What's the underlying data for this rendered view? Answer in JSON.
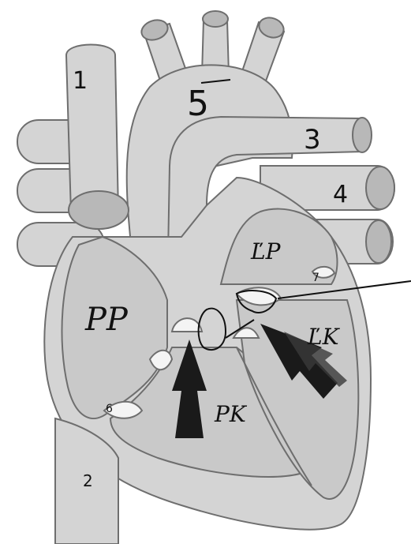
{
  "diagram": {
    "colors": {
      "background": "#ffffff",
      "vessel": "#d4d4d4",
      "vessel_dark": "#b8b8b8",
      "chamber": "#c9c9c9",
      "outline": "#6e6e6e",
      "arrow": "#1a1a1a",
      "valve": "#f4f4f4",
      "ink": "#111111"
    },
    "labels": {
      "one": "1",
      "two": "2",
      "three": "3",
      "four": "4",
      "five": "5",
      "six": "6",
      "seven": "7",
      "pp": "PP",
      "lp": "ĽP",
      "pk": "PK",
      "lk": "ĽK"
    }
  }
}
